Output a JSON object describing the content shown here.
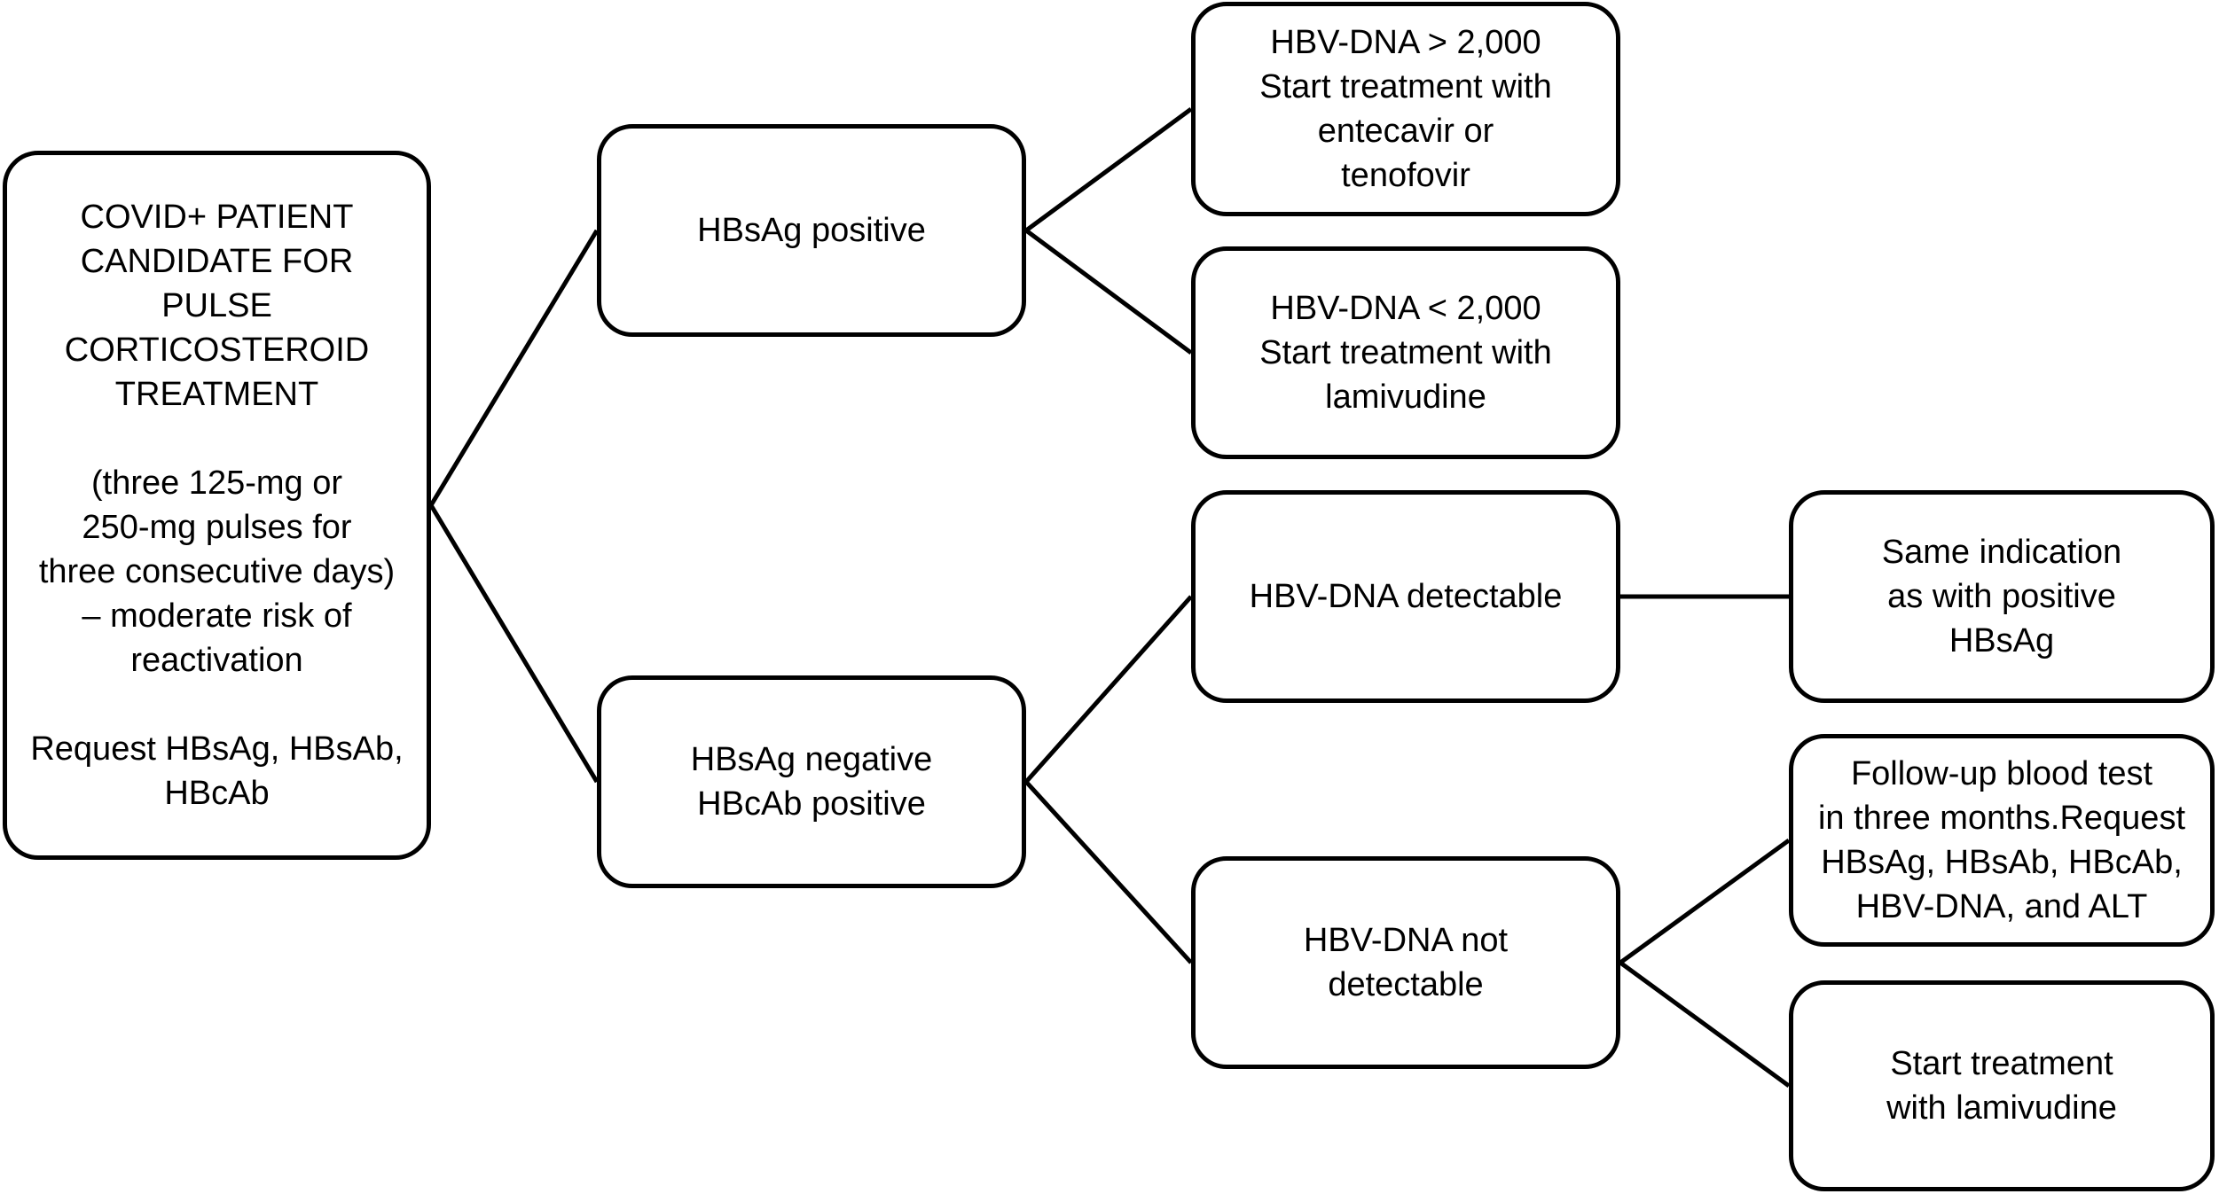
{
  "diagram": {
    "nodes": {
      "root": {
        "lines": [
          "COVID+ PATIENT",
          "CANDIDATE FOR",
          "PULSE",
          "CORTICOSTEROID",
          "TREATMENT",
          "",
          "(three 125-mg or",
          "250-mg pulses for",
          "three consecutive days)",
          "– moderate risk of",
          "reactivation",
          "",
          "Request HBsAg, HBsAb,",
          "HBcAb"
        ]
      },
      "hbsag_positive": {
        "lines": [
          "HBsAg positive"
        ]
      },
      "hbsag_negative": {
        "lines": [
          "HBsAg negative",
          "HBcAb positive"
        ]
      },
      "dna_gt_2000": {
        "lines": [
          "HBV-DNA > 2,000",
          "Start treatment with",
          "entecavir or",
          "tenofovir"
        ]
      },
      "dna_lt_2000": {
        "lines": [
          "HBV-DNA < 2,000",
          "Start treatment with",
          "lamivudine"
        ]
      },
      "dna_detectable": {
        "lines": [
          "HBV-DNA detectable"
        ]
      },
      "dna_not_detectable": {
        "lines": [
          "HBV-DNA not",
          "detectable"
        ]
      },
      "same_indication": {
        "lines": [
          "Same indication",
          "as with positive",
          "HBsAg"
        ]
      },
      "followup": {
        "lines": [
          "Follow-up blood test",
          "in three months.Request",
          "HBsAg, HBsAb, HBcAb,",
          "HBV-DNA, and ALT"
        ]
      },
      "start_lamivudine": {
        "lines": [
          "Start treatment",
          "with lamivudine"
        ]
      }
    },
    "edges": [
      [
        "root",
        "hbsag_positive"
      ],
      [
        "root",
        "hbsag_negative"
      ],
      [
        "hbsag_positive",
        "dna_gt_2000"
      ],
      [
        "hbsag_positive",
        "dna_lt_2000"
      ],
      [
        "hbsag_negative",
        "dna_detectable"
      ],
      [
        "hbsag_negative",
        "dna_not_detectable"
      ],
      [
        "dna_detectable",
        "same_indication"
      ],
      [
        "dna_not_detectable",
        "followup"
      ],
      [
        "dna_not_detectable",
        "start_lamivudine"
      ]
    ]
  }
}
